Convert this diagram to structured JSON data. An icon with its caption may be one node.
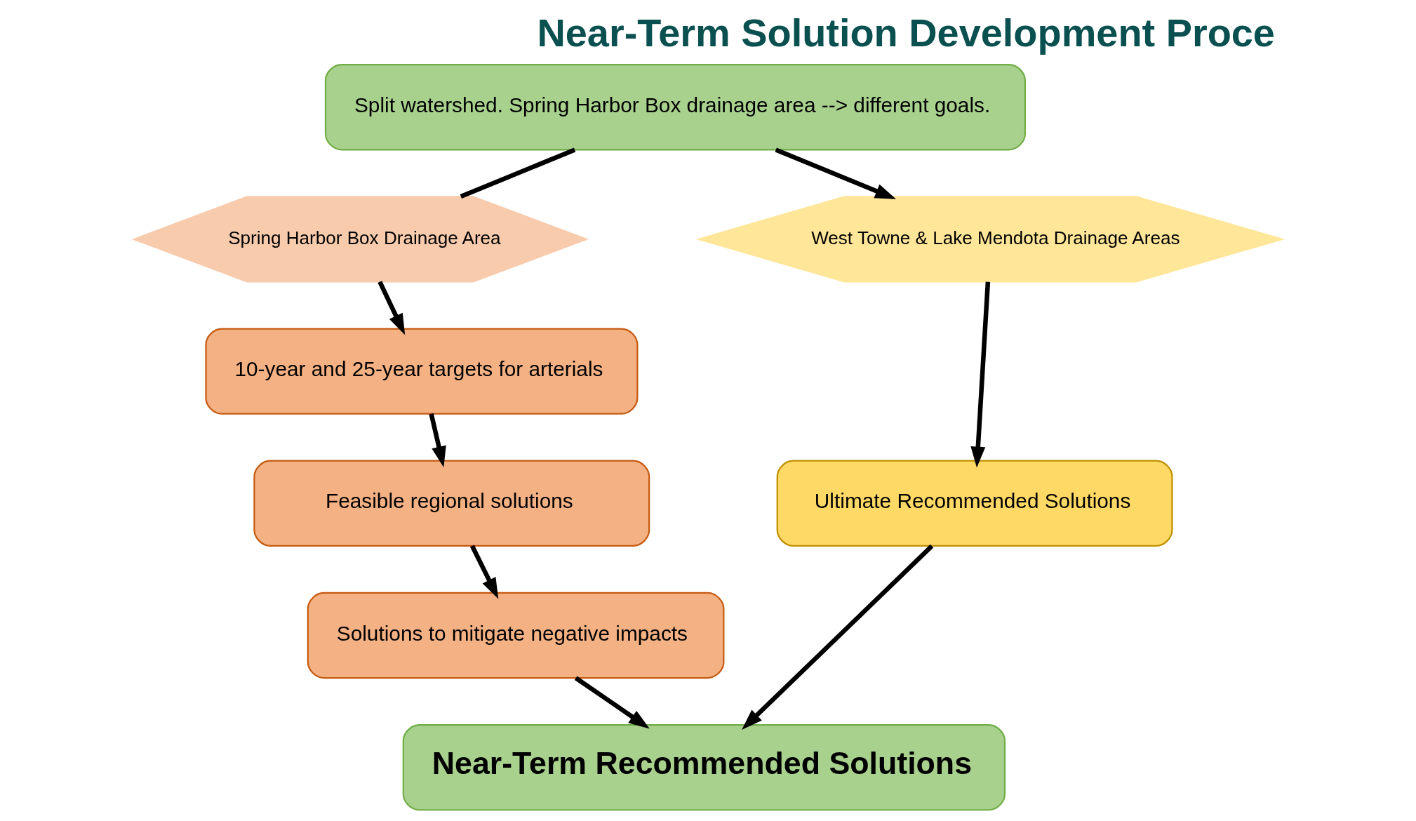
{
  "diagram": {
    "title": "Near-Term Solution Development Proce",
    "nodes": [
      {
        "text": [
          "Split watershed. Spring Harbor Box drainage area --> different goals."
        ]
      },
      {
        "text": [
          "Spring Harbor Box Drainage Area"
        ]
      },
      {
        "text": [
          "10-year and 25-year targets for arterials"
        ]
      },
      {
        "text": [
          "Feasible regional solutions"
        ]
      },
      {
        "text": [
          "Solutions to mitigate negative impacts"
        ]
      },
      {
        "text": [
          "West Towne & Lake Mendota Drainage Areas"
        ]
      },
      {
        "text": [
          "Ultimate Recommended Solutions"
        ]
      },
      {
        "text": [
          "Near-Term Recommended Solutions"
        ]
      }
    ],
    "edges": [
      {
        "from": 0,
        "to": 1,
        "arrow": "none"
      },
      {
        "from": 1,
        "to": 2,
        "arrow": "to"
      },
      {
        "from": 2,
        "to": 3,
        "arrow": "to"
      },
      {
        "from": 3,
        "to": 4,
        "arrow": "to"
      },
      {
        "from": 0,
        "to": 5,
        "arrow": "to"
      },
      {
        "from": 5,
        "to": 6,
        "arrow": "to"
      },
      {
        "from": 6,
        "to": 7,
        "arrow": "to"
      },
      {
        "from": 4,
        "to": 7,
        "arrow": "to"
      }
    ]
  }
}
